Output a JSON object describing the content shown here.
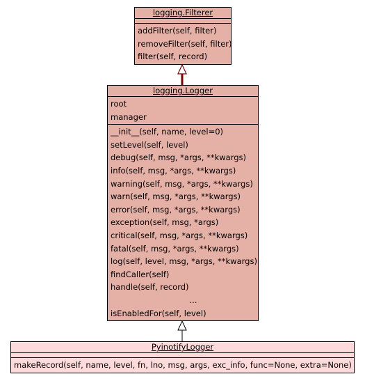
{
  "classes": {
    "filterer": {
      "name": "logging.Filterer",
      "attributes": [],
      "methods": [
        "addFilter(self, filter)",
        "removeFilter(self, filter)",
        "filter(self, record)"
      ]
    },
    "logger": {
      "name": "logging.Logger",
      "attributes": [
        "root",
        "manager"
      ],
      "methods": [
        "__init__(self, name, level=0)",
        "setLevel(self, level)",
        "debug(self, msg, *args, **kwargs)",
        "info(self, msg, *args, **kwargs)",
        "warning(self, msg, *args, **kwargs)",
        "warn(self, msg, *args, **kwargs)",
        "error(self, msg, *args, **kwargs)",
        "exception(self, msg, *args)",
        "critical(self, msg, *args, **kwargs)",
        "fatal(self, msg, *args, **kwargs)",
        "log(self, level, msg, *args, **kwargs)",
        "findCaller(self)",
        "handle(self, record)",
        "...",
        "isEnabledFor(self, level)"
      ]
    },
    "pyinotify": {
      "name": "PyinotifyLogger",
      "attributes": [],
      "methods": [
        "makeRecord(self, name, level, fn, lno, msg, args, exc_info, func=None, extra=None)"
      ]
    }
  },
  "colors": {
    "class_fill": "#e5b0a6",
    "highlight_fill": "#ffdada",
    "connector_dark": "#800000"
  }
}
